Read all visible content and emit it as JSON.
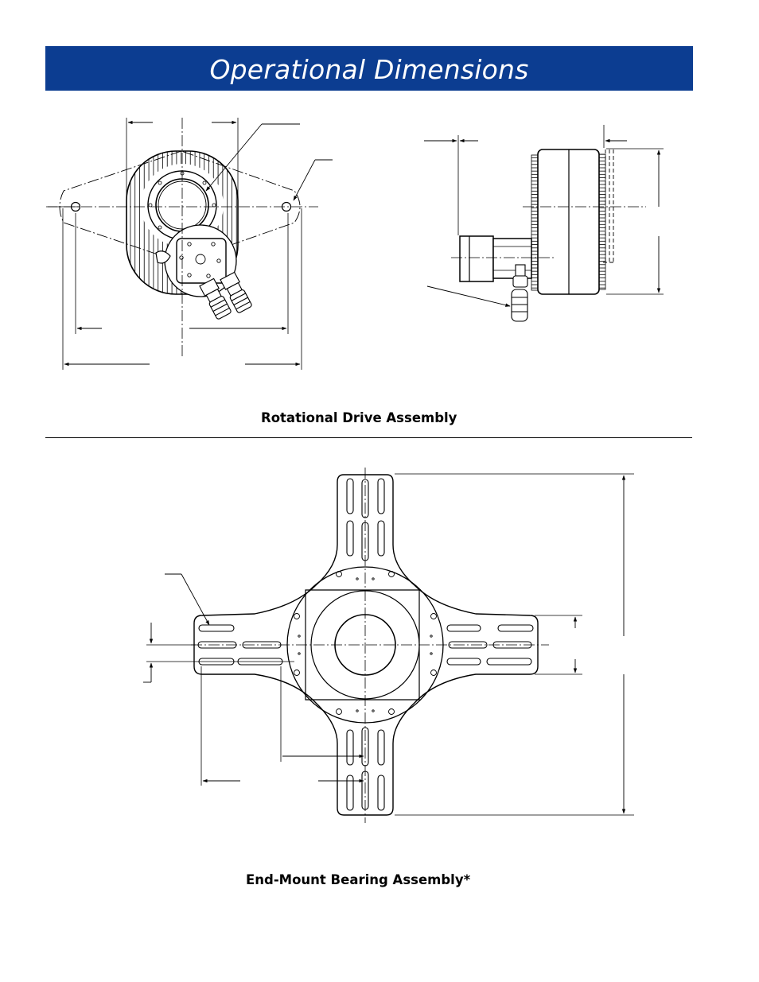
{
  "header": {
    "title": "Operational Dimensions",
    "color": "#0c3d91"
  },
  "figures": [
    {
      "caption": "Rotational Drive Assembly"
    },
    {
      "caption": "End-Mount Bearing Assembly*"
    }
  ]
}
